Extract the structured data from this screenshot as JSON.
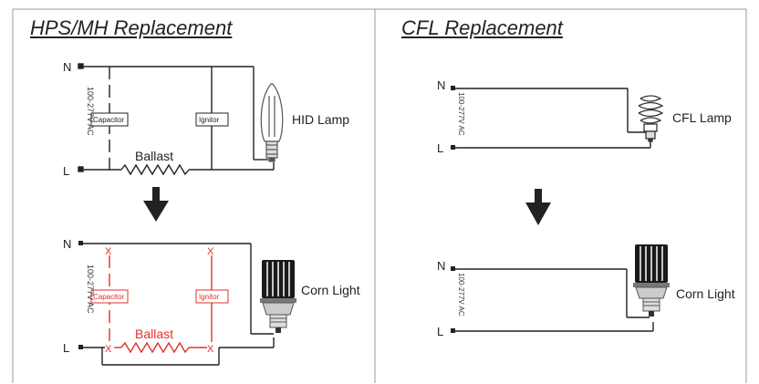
{
  "colors": {
    "line": "#222222",
    "removed": "#e0302a",
    "border": "#999999",
    "bulb": "#555555"
  },
  "left_panel": {
    "title": "HPS/MH Replacement",
    "before": {
      "n_label": "N",
      "l_label": "L",
      "voltage_label": "100-277V AC",
      "capacitor_label": "Capacitor",
      "ignitor_label": "Ignitor",
      "ballast_label": "Ballast",
      "lamp_label": "HID Lamp"
    },
    "after": {
      "n_label": "N",
      "l_label": "L",
      "voltage_label": "100-277V AC",
      "capacitor_label": "Capacitor",
      "ignitor_label": "Ignitor",
      "ballast_label": "Ballast",
      "cut_mark": "X",
      "lamp_label": "Corn Light"
    }
  },
  "right_panel": {
    "title": "CFL Replacement",
    "before": {
      "n_label": "N",
      "l_label": "L",
      "voltage_label": "100-277V AC",
      "lamp_label": "CFL Lamp"
    },
    "after": {
      "n_label": "N",
      "l_label": "L",
      "voltage_label": "100-277V AC",
      "lamp_label": "Corn Light"
    }
  },
  "arrow_icon": "down-arrow-icon"
}
